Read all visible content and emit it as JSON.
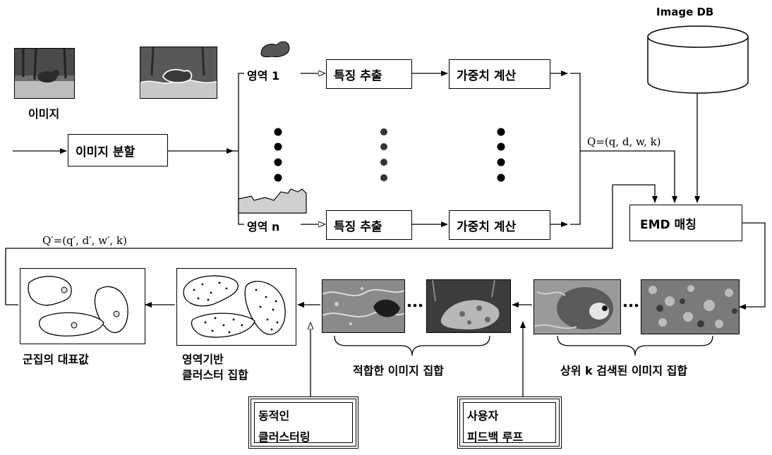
{
  "labels": {
    "image": "이미지",
    "segmentation": "이미지 분할",
    "region_1": "영역 1",
    "region_n": "영역 n",
    "feature_extraction": "특징 추출",
    "weight_calculation": "가중치 계산",
    "image_db": "Image DB",
    "emd_matching": "EMD 매칭",
    "query": "Q=(q, d, w, k)",
    "query_prime": "Q′=(q′, d′, w′, k)",
    "cluster_representative": "군집의 대표값",
    "region_cluster_set_line1": "영역기반",
    "region_cluster_set_line2": "클러스터 집합",
    "relevant_image_set": "적합한 이미지 집합",
    "top_k_retrieved_set": "상위 k 검색된 이미지 집합",
    "dynamic_clustering_line1": "동적인",
    "dynamic_clustering_line2": "클러스터링",
    "user_feedback_line1": "사용자",
    "user_feedback_line2": "피드백 루프"
  },
  "icons": {
    "input_photo": "animal-in-forest-photo",
    "segmented_photo": "segmented-photo",
    "region_1_blob": "animal-region-blob",
    "region_n_blob": "ground-region-blob",
    "database": "database-cylinder-icon"
  }
}
